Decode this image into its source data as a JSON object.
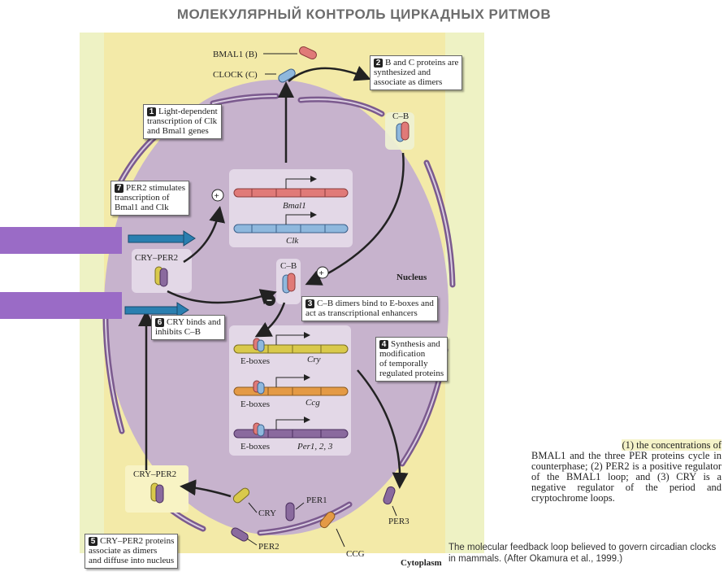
{
  "title": "МОЛЕКУЛЯРНЫЙ КОНТРОЛЬ ЦИРКАДНЫХ РИТМОВ",
  "labels": {
    "bmal1_b": "BMAL1 (B)",
    "clock_c": "CLOCK (C)",
    "cb_top": "C–B",
    "cb_mid": "C–B",
    "cry_per2_top": "CRY–PER2",
    "cry_per2_bottom": "CRY–PER2",
    "nucleus": "Nucleus",
    "cytoplasm": "Cytoplasm",
    "bmal1_gene": "Bmal1",
    "clk_gene": "Clk",
    "eboxes1": "E-boxes",
    "eboxes2": "E-boxes",
    "eboxes3": "E-boxes",
    "cry_gene": "Cry",
    "ccg_gene": "Ccg",
    "per_gene": "Per1, 2, 3",
    "cry": "CRY",
    "per1": "PER1",
    "per2": "PER2",
    "ccg": "CCG",
    "per3": "PER3",
    "plus": "+",
    "minus": "−"
  },
  "steps": [
    {
      "num": "1",
      "lines": [
        "Light-dependent",
        "transcription of Clk",
        "and Bmal1 genes"
      ]
    },
    {
      "num": "2",
      "lines": [
        "B and C proteins are",
        "synthesized and",
        "associate as dimers"
      ]
    },
    {
      "num": "3",
      "lines": [
        "C–B dimers bind to E-boxes and",
        "act as transcriptional enhancers"
      ]
    },
    {
      "num": "4",
      "lines": [
        "Synthesis and",
        "modification",
        "of temporally",
        "regulated proteins"
      ]
    },
    {
      "num": "5",
      "lines": [
        "CRY–PER2 proteins",
        "associate as dimers",
        "and diffuse into nucleus"
      ]
    },
    {
      "num": "6",
      "lines": [
        "CRY binds and",
        "inhibits C–B"
      ]
    },
    {
      "num": "7",
      "lines": [
        "PER2 stimulates",
        "transcription of",
        "Bmal1 and Clk"
      ]
    }
  ],
  "side_note": {
    "lead": "(1) the concentrations of",
    "text": "BMAL1 and the three PER proteins cycle in counterphase; (2) PER2 is a positive regulator of the BMAL1 loop; and (3) CRY is a negative regulator of the period and cryptochrome loops."
  },
  "caption": "The molecular feedback loop believed to govern circadian clocks in mammals. (After Okamura et al., 1999.)",
  "colors": {
    "cytoplasm_bg": "#eef2c4",
    "cell_bg": "#f3eaa8",
    "nucleus": "#c7b3cd",
    "envelope": "#7b5a8e",
    "bmal_red": "#e07a78",
    "clk_blue": "#8fb8dd",
    "cry_yellow": "#d9c94b",
    "ccg_orange": "#e49a45",
    "per_purple": "#8a6a9e",
    "side_arrow": "#9a6bc6",
    "teal_arrow": "#2a7fb0"
  }
}
